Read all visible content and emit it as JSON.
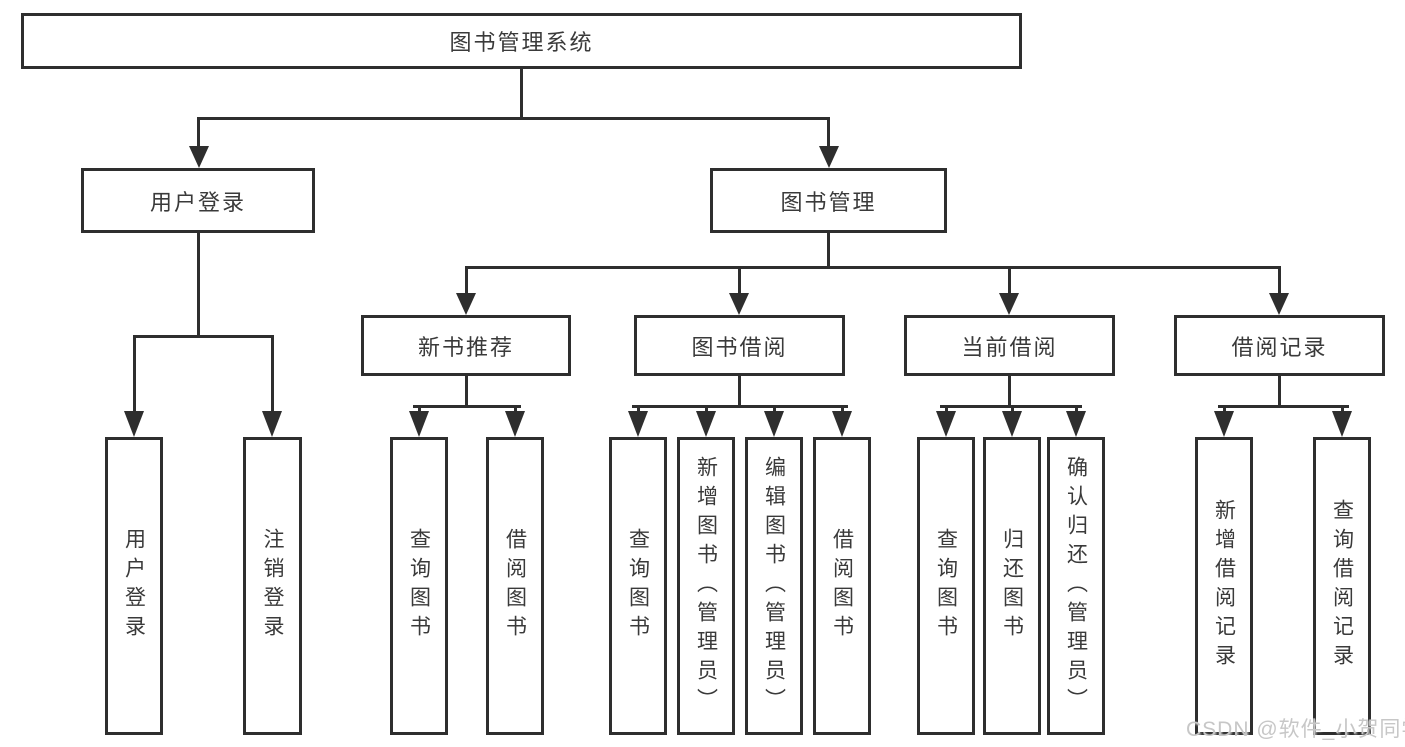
{
  "tree": {
    "label": "图书管理系统",
    "children": [
      {
        "label": "用户登录",
        "children": [
          {
            "label": "用户登录"
          },
          {
            "label": "注销登录"
          }
        ]
      },
      {
        "label": "图书管理",
        "children": [
          {
            "label": "新书推荐",
            "children": [
              {
                "label": "查询图书"
              },
              {
                "label": "借阅图书"
              }
            ]
          },
          {
            "label": "图书借阅",
            "children": [
              {
                "label": "查询图书"
              },
              {
                "label": "新增图书（管理员）"
              },
              {
                "label": "编辑图书（管理员）"
              },
              {
                "label": "借阅图书"
              }
            ]
          },
          {
            "label": "当前借阅",
            "children": [
              {
                "label": "查询图书"
              },
              {
                "label": "归还图书"
              },
              {
                "label": "确认归还（管理员）"
              }
            ]
          },
          {
            "label": "借阅记录",
            "children": [
              {
                "label": "新增借阅记录"
              },
              {
                "label": "查询借阅记录"
              }
            ]
          }
        ]
      }
    ]
  },
  "watermark": "CSDN @软件_小贺同学",
  "colors": {
    "line": "#2e2e2e",
    "text": "#3a3a3a",
    "box_background": "#ffffff",
    "watermark": "#c7c7c7",
    "page_background": "#ffffff"
  }
}
